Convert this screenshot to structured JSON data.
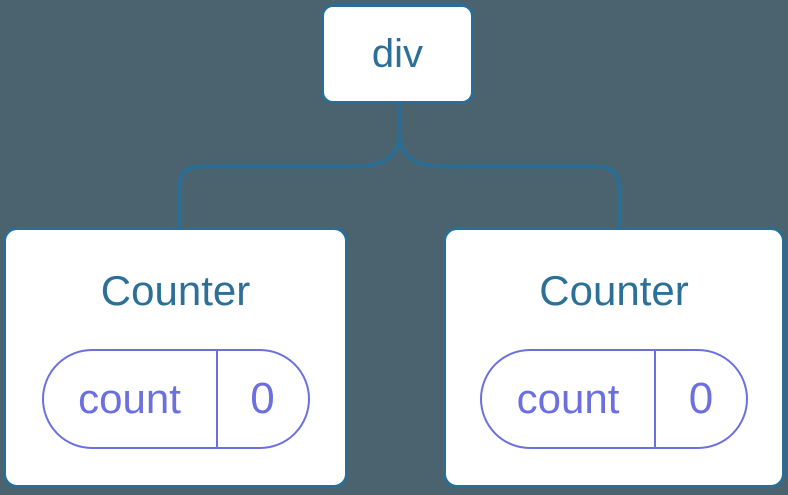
{
  "colors": {
    "background": "#4b636e",
    "node-border": "#2a6e96",
    "node-fill": "#ffffff",
    "node-text": "#2c6f97",
    "state-accent": "#6c70de"
  },
  "tree": {
    "root": {
      "label": "div"
    },
    "children": [
      {
        "title": "Counter",
        "state": {
          "name": "count",
          "value": "0"
        }
      },
      {
        "title": "Counter",
        "state": {
          "name": "count",
          "value": "0"
        }
      }
    ]
  }
}
